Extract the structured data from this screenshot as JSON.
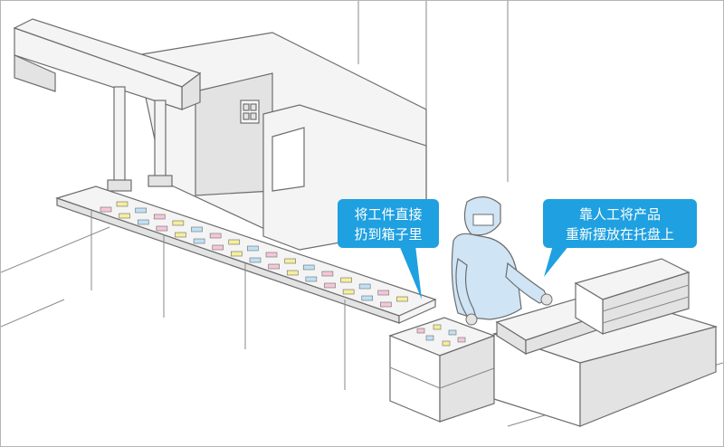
{
  "callouts": {
    "left": {
      "line1": "将工件直接",
      "line2": "扔到箱子里"
    },
    "right": {
      "line1": "靠人工将产品",
      "line2": "重新摆放在托盘上"
    }
  },
  "colors": {
    "outline": "#6d6d6d",
    "panel": "#f2f2f2",
    "panel_dark": "#dedede",
    "worker_suit": "#cfe4f5",
    "callout": "#1fa0e0",
    "part_pink": "#f5c6d8",
    "part_yellow": "#f6ee9a",
    "part_blue": "#bfe0f5"
  }
}
